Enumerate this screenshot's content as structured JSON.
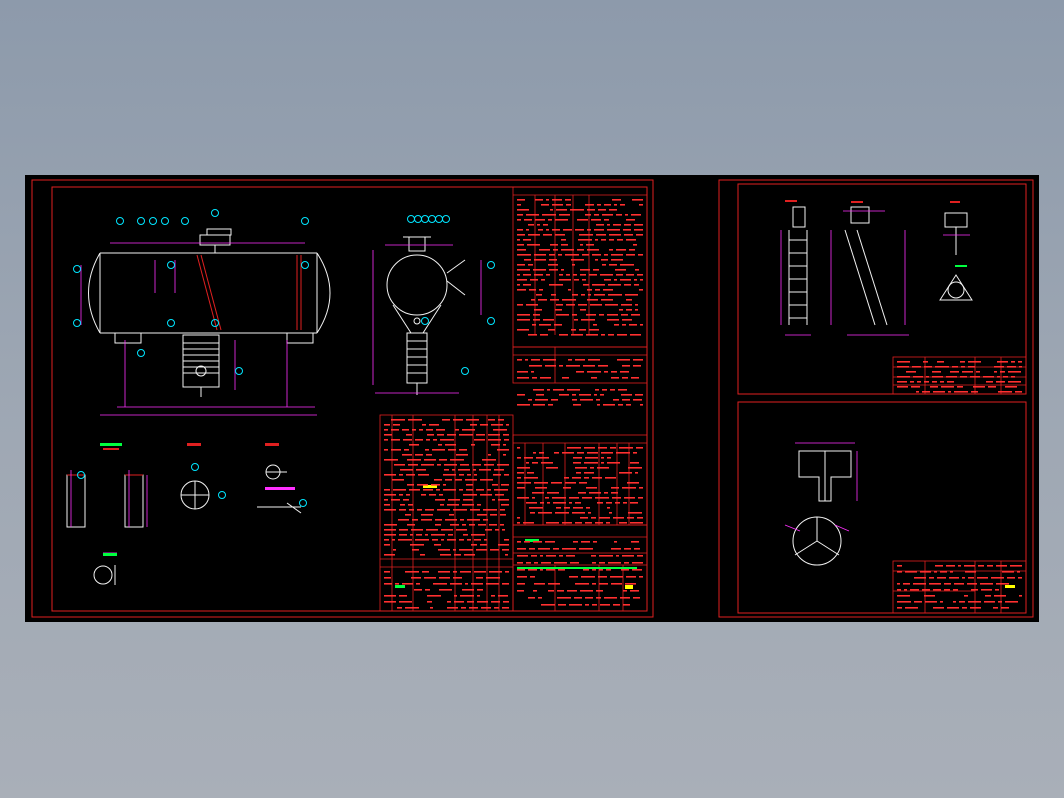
{
  "viewer": {
    "background": "#94a0ae",
    "canvas_color": "#000000"
  },
  "colors": {
    "frame": "#e02020",
    "geometry": "#f2f2f2",
    "dimension": "#ff30ff",
    "balloon": "#00e5ff",
    "table_text": "#ff3030",
    "highlight_yellow": "#ffff00",
    "highlight_green": "#00ff40"
  },
  "sheets": [
    {
      "name": "sheet-main-assembly"
    },
    {
      "name": "sheet-ladder-detail"
    },
    {
      "name": "sheet-support-detail"
    }
  ]
}
